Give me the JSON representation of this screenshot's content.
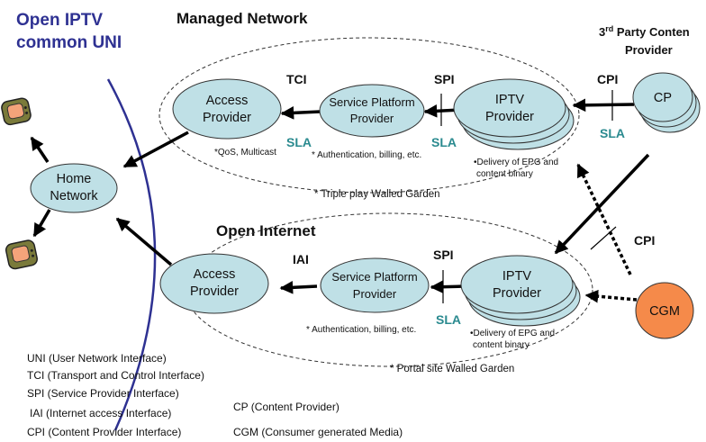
{
  "titles": {
    "uni_line1": "Open IPTV",
    "uni_line2": "common UNI",
    "managed": "Managed Network",
    "open_internet": "Open Internet",
    "third_party_line1_pre": "3",
    "third_party_line1_sup": "rd",
    "third_party_line1_post": " Party Conten",
    "third_party_line2": "Provider"
  },
  "nodes": {
    "home_network": [
      "Home",
      "Network"
    ],
    "access_top": [
      "Access",
      "Provider"
    ],
    "spp_top": [
      "Service Platform",
      "Provider"
    ],
    "iptv_top": [
      "IPTV",
      "Provider"
    ],
    "cp": "CP",
    "access_bottom": [
      "Access",
      "Provider"
    ],
    "spp_bottom": [
      "Service Platform",
      "Provider"
    ],
    "iptv_bottom": [
      "IPTV",
      "Provider"
    ],
    "cgm": "CGM"
  },
  "interfaces": {
    "tci": "TCI",
    "spi_top": "SPI",
    "cpi_top": "CPI",
    "iai": "IAI",
    "spi_bottom": "SPI",
    "cpi_mid": "CPI",
    "sla_top_left": "SLA",
    "sla_top_mid": "SLA",
    "sla_top_right": "SLA",
    "sla_bottom": "SLA"
  },
  "notes": {
    "qos": "*QoS, Multicast",
    "auth_top": "* Authentication, billing, etc.",
    "epg_top": [
      "•Delivery of EPG and",
      "content binary"
    ],
    "walled_top": "* Triple play Walled Garden",
    "auth_bottom": "* Authentication, billing, etc.",
    "epg_bottom": [
      "•Delivery of EPG and",
      "content binary"
    ],
    "walled_bottom": "* Portal site Walled Garden"
  },
  "legend": {
    "uni": "UNI (User Network Interface)",
    "tci": "TCI (Transport and Control Interface)",
    "spi": "SPI (Service Provider Interface)",
    "iai": "IAI (Internet access Interface)",
    "cpi": "CPI (Content Provider Interface)",
    "cp": "CP (Content Provider)",
    "cgm": "CGM (Consumer generated Media)"
  },
  "colors": {
    "node_fill": "#bfe0e6",
    "cgm_fill": "#f58a4a",
    "uni_line": "#2e3192",
    "sla_text": "#2a8a8f",
    "tv_body": "#7a7a3a",
    "tv_screen": "#f4a37a"
  }
}
